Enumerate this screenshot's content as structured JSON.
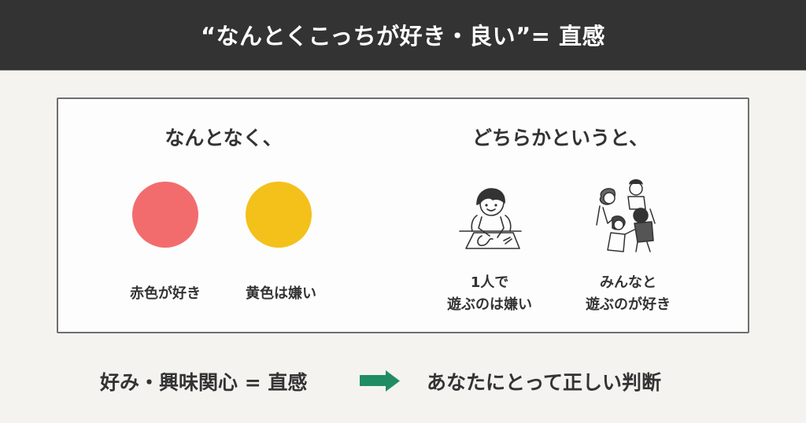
{
  "header": {
    "title": "“なんとくこっちが好き・良い”= 直感"
  },
  "card": {
    "left": {
      "heading": "なんとなく、",
      "items": [
        {
          "label": "赤色が好き",
          "shape": "circle",
          "color": "#F26C6E"
        },
        {
          "label": "黄色は嫌い",
          "shape": "circle",
          "color": "#F4C01A"
        }
      ]
    },
    "right": {
      "heading": "どちらかというと、",
      "items": [
        {
          "label_line1": "1人で",
          "label_line2": "遊ぶのは嫌い",
          "illustration": "child-drawing-alone"
        },
        {
          "label_line1": "みんなと",
          "label_line2": "遊ぶのが好き",
          "illustration": "children-playing-together"
        }
      ]
    }
  },
  "footer": {
    "left_text": "好み・興味関心 = 直感",
    "arrow_icon": "right-arrow-icon",
    "arrow_color": "#1F8C64",
    "right_text": "あなたにとって正しい判断"
  }
}
